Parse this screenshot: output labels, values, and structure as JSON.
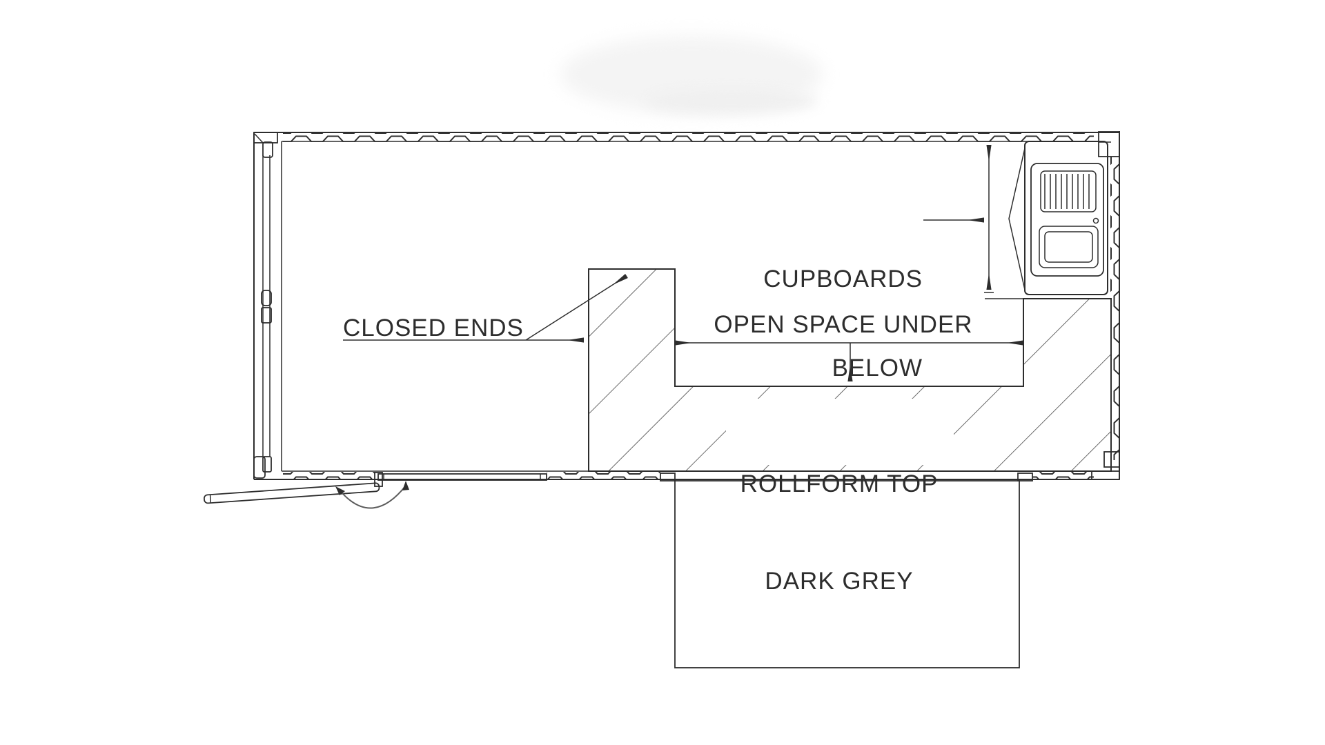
{
  "drawing": {
    "type": "container-floor-plan",
    "labels": {
      "closed_ends": "CLOSED ENDS",
      "open_space_under": "OPEN SPACE UNDER",
      "cupboards": {
        "line1": "CUPBOARDS",
        "line2": "BELOW"
      },
      "rollform": {
        "line1": "ROLLFORM TOP",
        "line2": "DARK GREY"
      }
    },
    "colors": {
      "line": "#2d2d2d",
      "hatch": "#4f4f4f",
      "background": "#ffffff",
      "watermark": "#f4f4f4"
    }
  }
}
